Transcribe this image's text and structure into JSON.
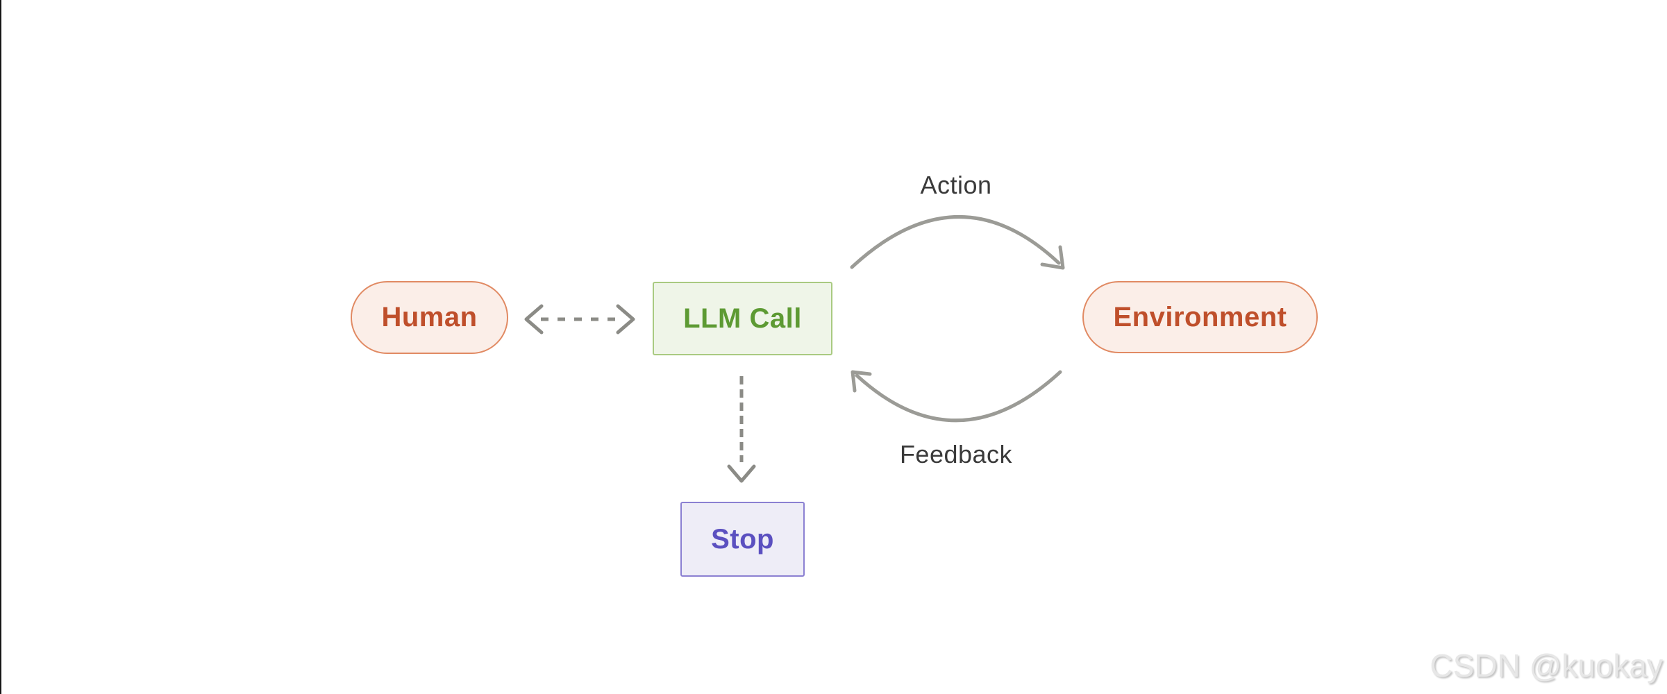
{
  "canvas": {
    "background": "#ffffff",
    "left_edge_color": "#161616"
  },
  "nodes": {
    "human": {
      "label": "Human",
      "shape": "pill",
      "fill": "#fbeee8",
      "border": "#e18a63",
      "text_color": "#bf4f2b"
    },
    "llm_call": {
      "label": "LLM Call",
      "shape": "rect",
      "fill": "#eff5e8",
      "border": "#a9ca81",
      "text_color": "#5d9a33"
    },
    "environment": {
      "label": "Environment",
      "shape": "pill",
      "fill": "#fbeee8",
      "border": "#e18a63",
      "text_color": "#bf4f2b"
    },
    "stop": {
      "label": "Stop",
      "shape": "rect",
      "fill": "#eeedf7",
      "border": "#8b80d2",
      "text_color": "#5b50c0"
    }
  },
  "edges": {
    "action": {
      "label": "Action",
      "from": "LLM Call",
      "to": "Environment",
      "style": "curved-solid-arrow"
    },
    "feedback": {
      "label": "Feedback",
      "from": "Environment",
      "to": "LLM Call",
      "style": "curved-solid-arrow"
    },
    "human_llm": {
      "label": "",
      "from": "Human",
      "to": "LLM Call",
      "style": "dashed-double-arrow"
    },
    "llm_stop": {
      "label": "",
      "from": "LLM Call",
      "to": "Stop",
      "style": "dashed-arrow"
    }
  },
  "arrow_colors": {
    "dashed": "#8b8b86",
    "curved": "#9b9b96"
  },
  "label_color": "#3a3a3a",
  "watermark": {
    "text": "CSDN @kuokay"
  }
}
